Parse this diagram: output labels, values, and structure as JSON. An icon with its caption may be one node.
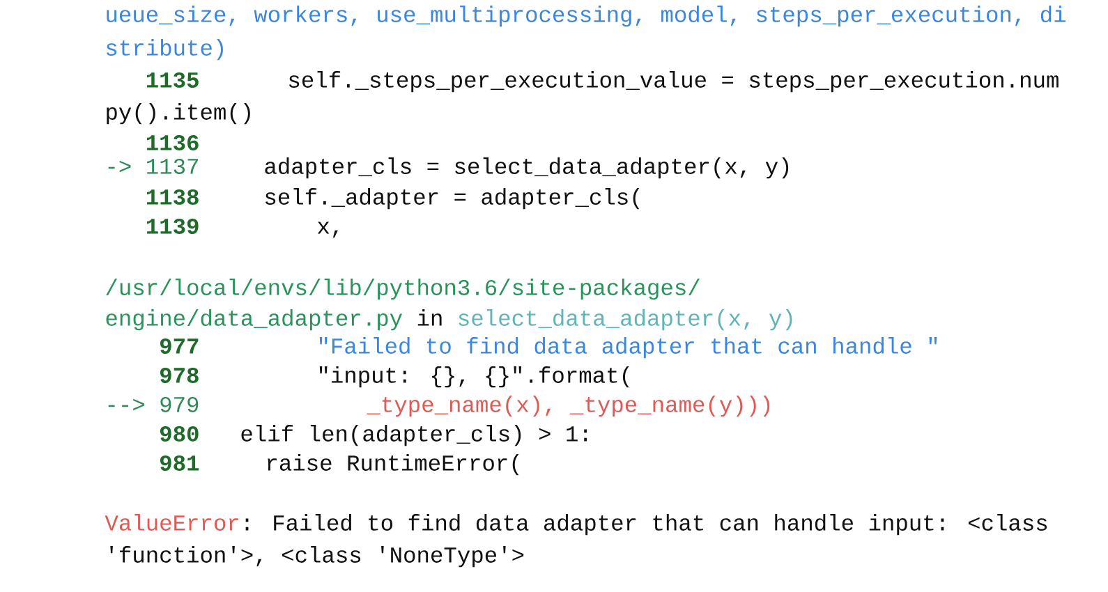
{
  "diagram": {
    "labels": [
      "ueue_size, workers, use_multiprocessing, model, steps_per_execution, di",
      "stribute)",
      "1135",
      "self._steps_per_execution_value = steps_per_execution.num",
      "py().item()",
      "1136",
      "-> 1137",
      "adapter_cls = select_data_adapter(x, y)",
      "1138",
      "self._adapter = adapter_cls(",
      "1139",
      "x,",
      "/usr/local/envs/lib/python3.6/site-packages/",
      "engine/data_adapter.py",
      "in",
      "select_data_adapter(x, y)",
      "977",
      "\"Failed to find data adapter that can handle \"",
      "978",
      "\"input: {}, {}\".format(",
      "--> 979",
      "_type_name(x), _type_name(y)))",
      "980",
      "elif len(adapter_cls) > 1:",
      "981",
      "raise RuntimeError(",
      "ValueError",
      ": Failed to find data adapter that can handle input: <class",
      "'function'>, <class 'NoneType'>"
    ]
  }
}
